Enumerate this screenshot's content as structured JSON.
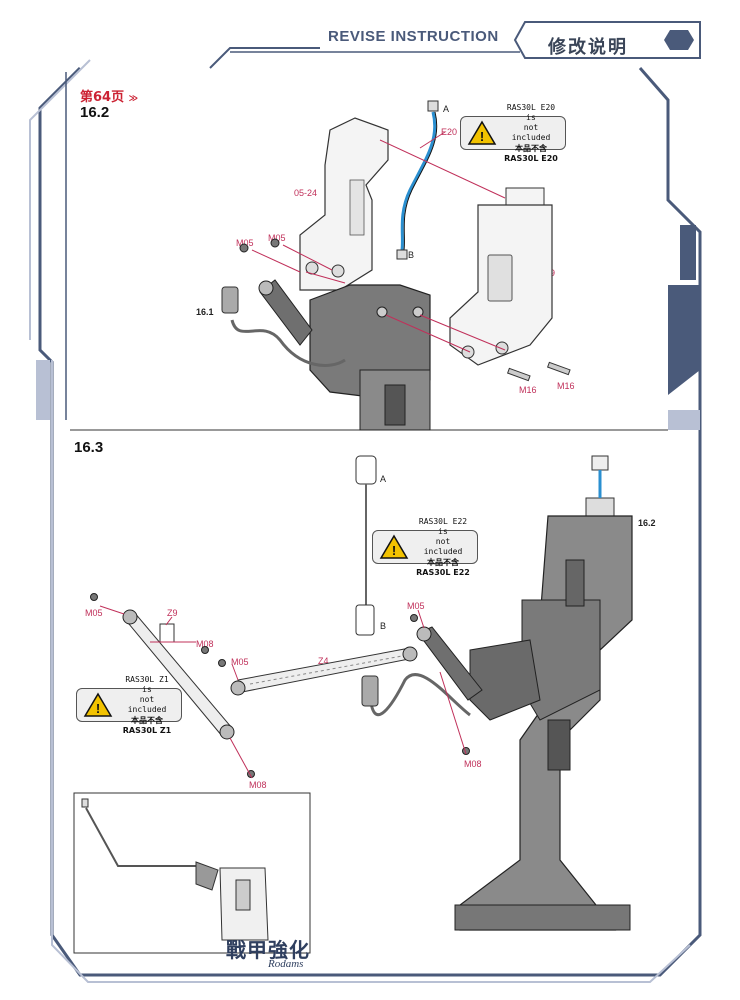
{
  "header": {
    "title": "REVISE INSTRUCTION",
    "title_cn": "修改说明"
  },
  "page_ref": "第64页",
  "section_a": {
    "step": "16.2",
    "step_ref": "16.1",
    "warning": {
      "line1": "RAS30L E20 is",
      "line2": "not included",
      "line3": "本品不含RAS30L E20"
    },
    "parts": [
      "A",
      "E20",
      "B",
      "05-24",
      "M05",
      "M05",
      "05-29",
      "M16",
      "M16"
    ]
  },
  "section_b": {
    "step": "16.3",
    "step_ref": "16.2",
    "warning_e22": {
      "line1": "RAS30L E22 is",
      "line2": "not included",
      "line3": "本品不含RAS30L E22"
    },
    "warning_z1": {
      "line1": "RAS30L Z1 is",
      "line2": "not included",
      "line3": "本品不含RAS30L Z1"
    },
    "parts": [
      "A",
      "B",
      "M05",
      "Z9",
      "M08",
      "M05",
      "Z4",
      "M05",
      "M08",
      "M08"
    ]
  },
  "footer": {
    "logo_cn": "戰甲強化",
    "logo_en": "Rodams"
  },
  "colors": {
    "frame": "#4a5a7a",
    "frame_light": "#b8c0d4",
    "accent": "#cc2233",
    "label": "#c0305a",
    "cable": "#2a8fd0"
  }
}
